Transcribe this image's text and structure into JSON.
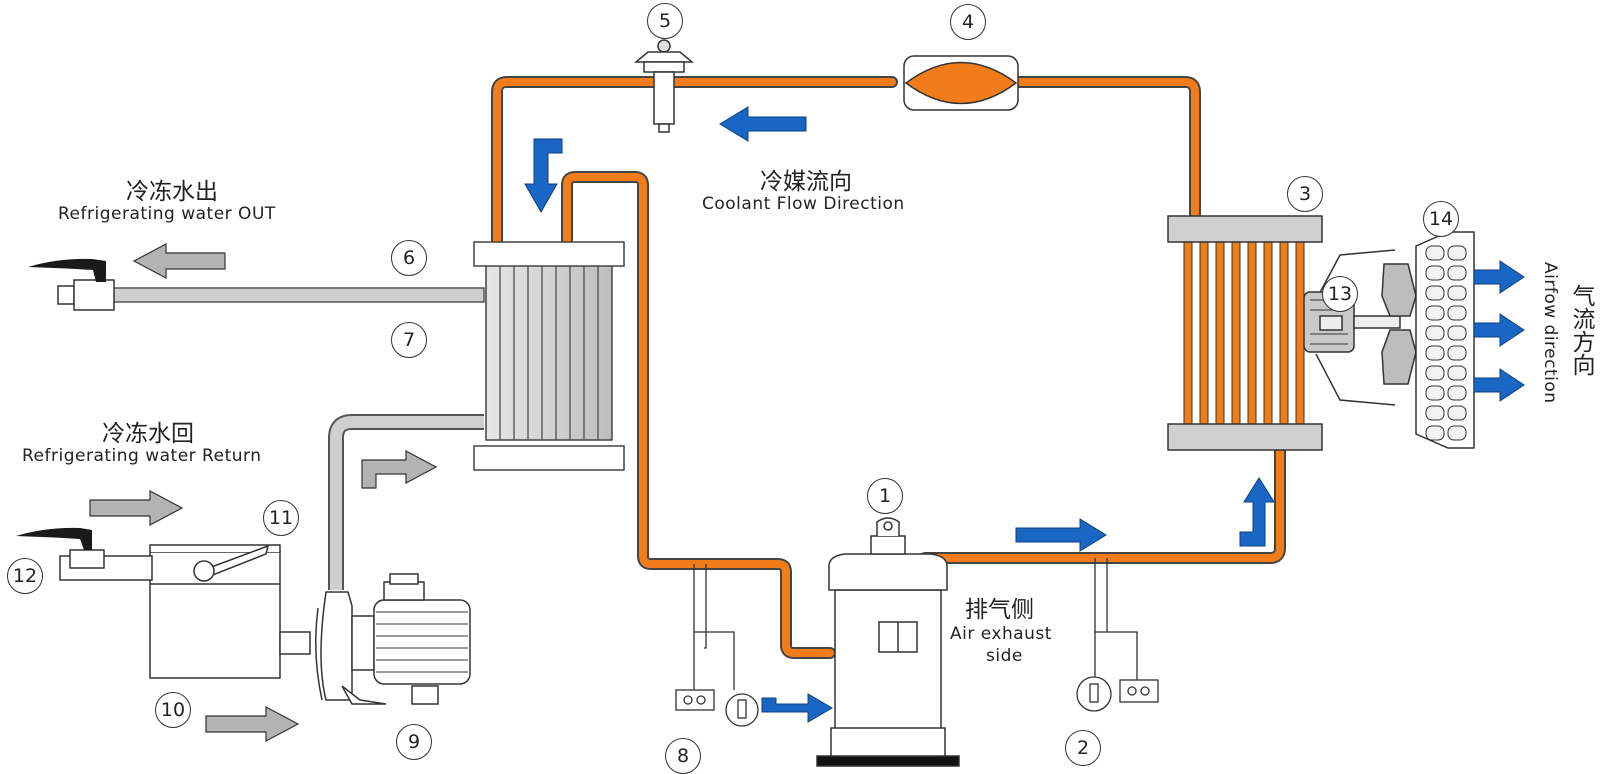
{
  "labels": {
    "chilled_out_zh": "冷冻水出",
    "chilled_out_en": "Refrigerating water OUT",
    "chilled_return_zh": "冷冻水回",
    "chilled_return_en": "Refrigerating water Return",
    "coolant_zh": "冷媒流向",
    "coolant_en": "Coolant Flow Direction",
    "exhaust_zh": "排气侧",
    "exhaust_en_1": "Air exhaust",
    "exhaust_en_2": "side",
    "airflow_zh": "气流方向",
    "airflow_en": "Airfow direction"
  },
  "markers": [
    "1",
    "2",
    "3",
    "4",
    "5",
    "6",
    "7",
    "8",
    "9",
    "10",
    "11",
    "12",
    "13",
    "14"
  ],
  "colors": {
    "refrigerant_pipe": "#f07d1a",
    "water_pipe": "#c8c8c8",
    "coolant_arrow": "#1a66c4",
    "water_arrow": "#b3b3b3"
  }
}
